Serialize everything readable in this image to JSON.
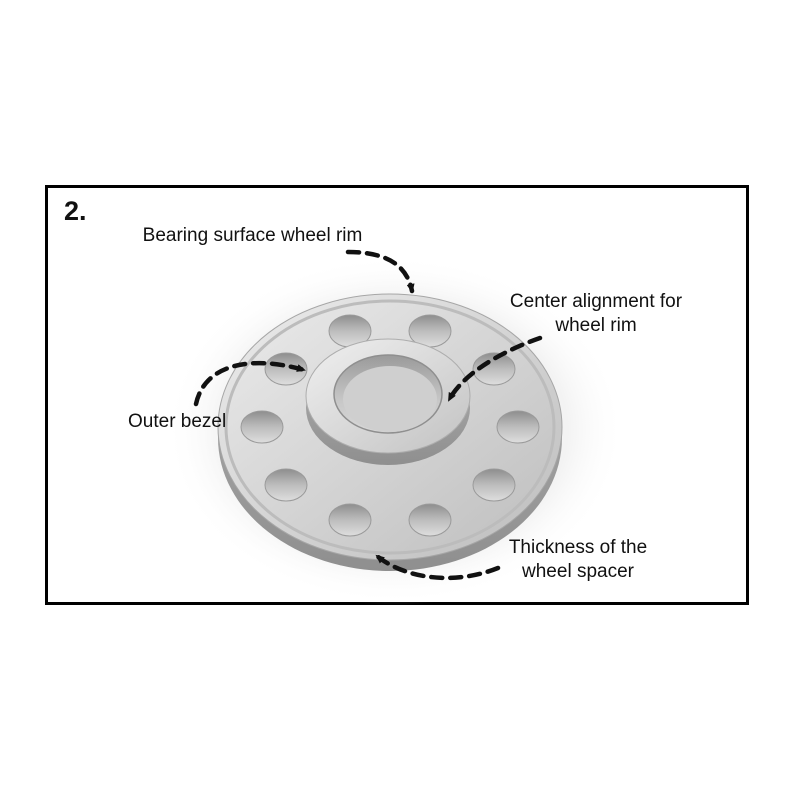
{
  "diagram": {
    "step_label": "2.",
    "labels": {
      "bearing_surface": "Bearing surface wheel rim",
      "center_alignment": "Center alignment for wheel rim",
      "outer_bezel": "Outer bezel",
      "thickness": "Thickness of the wheel spacer"
    },
    "colors": {
      "frame_border": "#000000",
      "background": "#ffffff",
      "text": "#111111",
      "arrow": "#111111",
      "spacer_light": "#e6e6e6",
      "spacer_mid": "#c6c6c6",
      "spacer_dark": "#9d9d9d"
    }
  }
}
